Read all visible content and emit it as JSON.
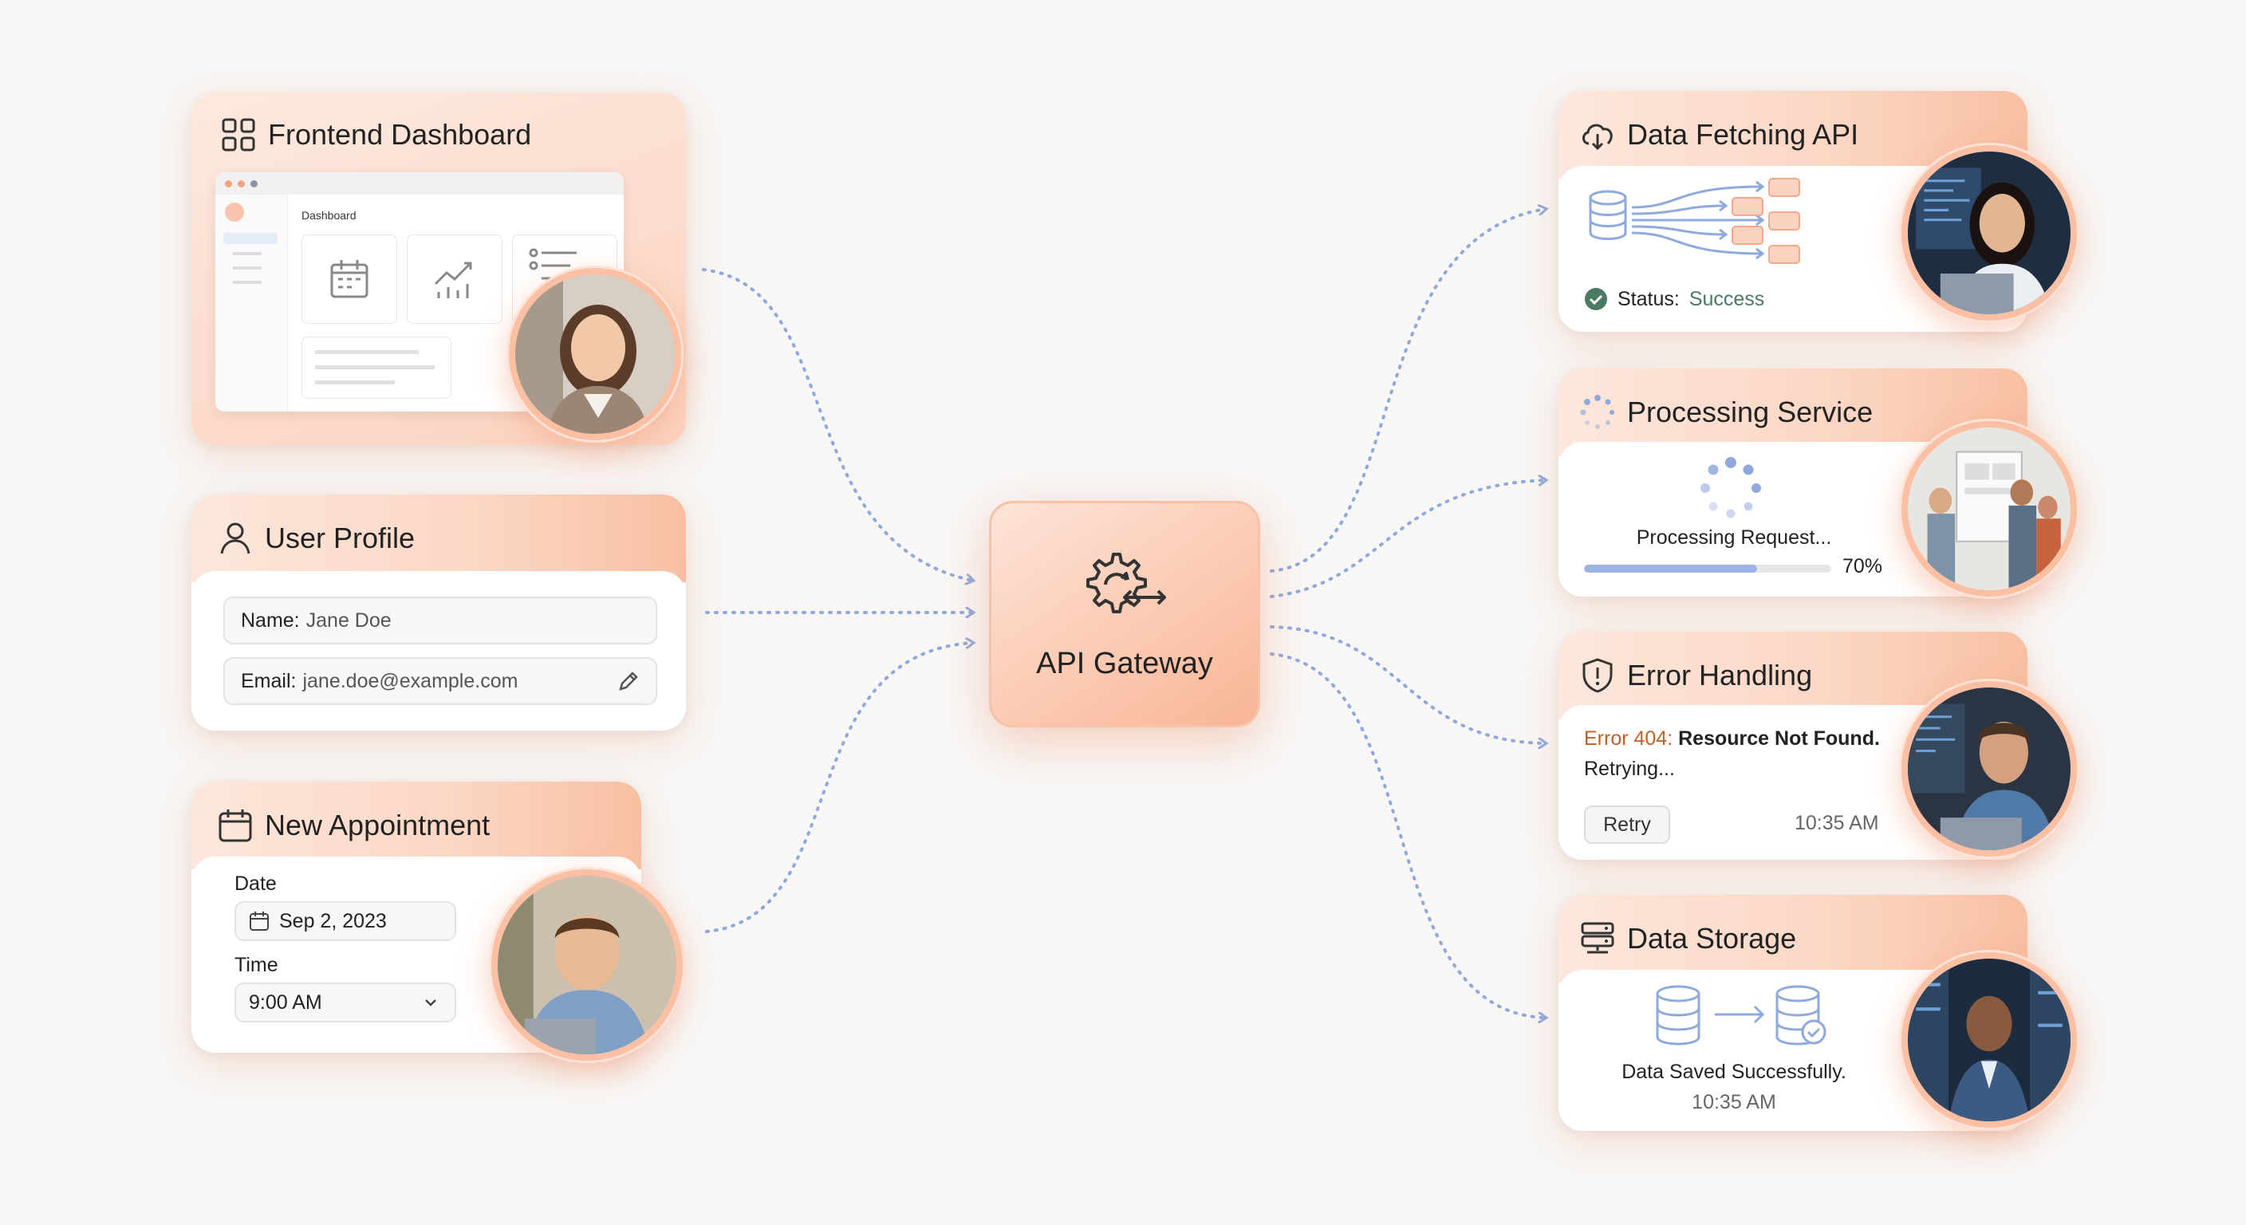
{
  "gateway": {
    "label": "API Gateway"
  },
  "frontend": {
    "title": "Frontend Dashboard",
    "mock_title": "Dashboard"
  },
  "profile": {
    "title": "User Profile",
    "name_label": "Name:",
    "name_value": "Jane Doe",
    "email_label": "Email:",
    "email_value": "jane.doe@example.com"
  },
  "appointment": {
    "title": "New Appointment",
    "date_label": "Date",
    "date_value": "Sep 2, 2023",
    "time_label": "Time",
    "time_value": "9:00 AM"
  },
  "fetching": {
    "title": "Data Fetching API",
    "status_label": "Status:",
    "status_value": "Success"
  },
  "processing": {
    "title": "Processing Service",
    "message": "Processing Request...",
    "progress": 0.7,
    "progress_label": "70%"
  },
  "error": {
    "title": "Error Handling",
    "code": "Error 404:",
    "message": "Resource Not Found.",
    "sub": "Retrying...",
    "retry_label": "Retry",
    "time": "10:35 AM"
  },
  "storage": {
    "title": "Data Storage",
    "message": "Data Saved Successfully.",
    "time": "10:35 AM"
  },
  "colors": {
    "accent": "#f8b595",
    "connector": "#8fa9dd",
    "error": "#c0602a",
    "success": "#4a7a62"
  }
}
